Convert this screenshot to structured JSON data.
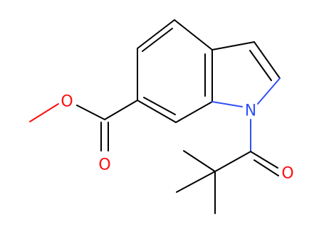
{
  "molecule": {
    "atoms": {
      "n1": {
        "symbol": "N",
        "color": "#3050f8"
      },
      "o_ether": {
        "symbol": "O",
        "color": "#ff0d0d"
      },
      "o_carbonyl_ester": {
        "symbol": "O",
        "color": "#ff0d0d"
      },
      "o_carbonyl_amide": {
        "symbol": "O",
        "color": "#ff0d0d"
      }
    }
  }
}
